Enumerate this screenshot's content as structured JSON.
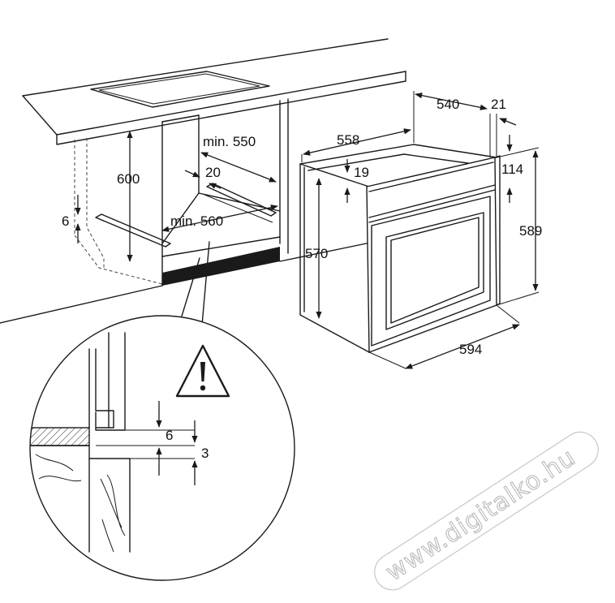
{
  "dimensions": {
    "cabinet_height": "600",
    "cabinet_min_depth": "min. 550",
    "cabinet_min_width": "min. 560",
    "rail_offset": "20",
    "shelf_thickness": "6",
    "oven_top_depth": "540",
    "front_panel_depth": "21",
    "oven_body_depth": "558",
    "top_gap": "19",
    "control_panel_height": "114",
    "front_height": "589",
    "body_height": "570",
    "front_width": "594"
  },
  "detail": {
    "gap_6": "6",
    "gap_3": "3"
  },
  "icons": {
    "warning": "warning-triangle-icon"
  },
  "watermark": "www.digitalko.hu"
}
